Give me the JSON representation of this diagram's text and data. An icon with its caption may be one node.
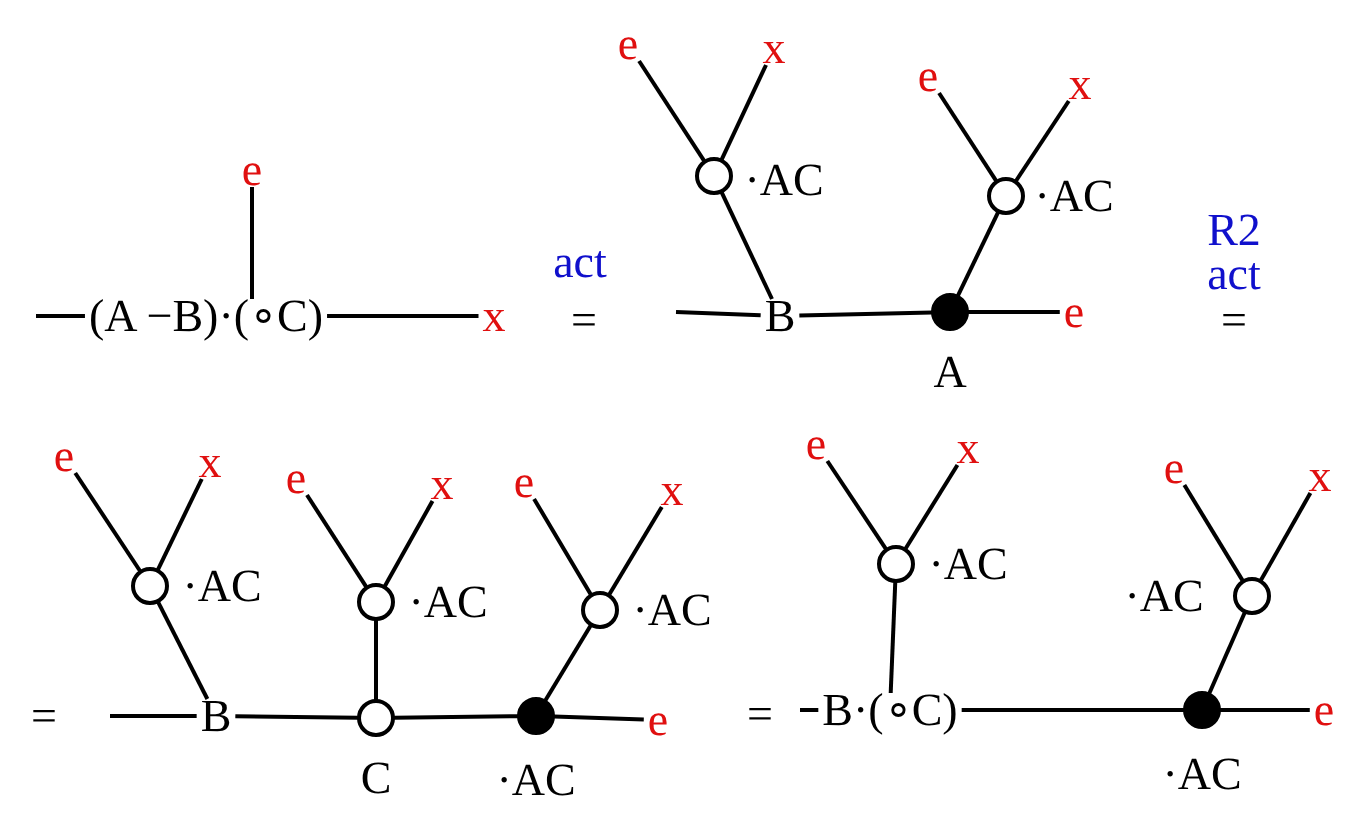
{
  "diagram": {
    "nodes": [
      {
        "text": [
          "(A −B)·(∘C)"
        ]
      },
      {
        "text": [
          "e"
        ]
      },
      {
        "text": [
          "x"
        ]
      },
      {
        "text": [
          "e"
        ]
      },
      {
        "text": [
          "x"
        ]
      },
      {
        "text": [],
        "shape": "circle",
        "beside": [
          "·AC"
        ]
      },
      {
        "text": [
          "B"
        ]
      },
      {
        "text": [],
        "shape": "dot",
        "beside": [
          "A"
        ]
      },
      {
        "text": [
          "e"
        ]
      },
      {
        "text": [
          "e"
        ]
      },
      {
        "text": [
          "x"
        ]
      },
      {
        "text": [],
        "shape": "circle",
        "beside": [
          "·AC"
        ]
      },
      {
        "text": [
          "e"
        ]
      },
      {
        "text": [
          "x"
        ]
      },
      {
        "text": [],
        "shape": "circle",
        "beside": [
          "·AC"
        ]
      },
      {
        "text": [
          "B"
        ]
      },
      {
        "text": [
          "e"
        ]
      },
      {
        "text": [
          "x"
        ]
      },
      {
        "text": [],
        "shape": "circle",
        "beside": [
          "·AC"
        ]
      },
      {
        "text": [],
        "shape": "circle",
        "beside": [
          "C"
        ]
      },
      {
        "text": [
          "e"
        ]
      },
      {
        "text": [
          "x"
        ]
      },
      {
        "text": [],
        "shape": "circle",
        "beside": [
          "·AC"
        ]
      },
      {
        "text": [],
        "shape": "dot",
        "beside": [
          "·AC"
        ]
      },
      {
        "text": [
          "e"
        ]
      },
      {
        "text": [
          "e"
        ]
      },
      {
        "text": [
          "x"
        ]
      },
      {
        "text": [],
        "shape": "circle",
        "beside": [
          "·AC"
        ]
      },
      {
        "text": [
          "B·(∘C)"
        ]
      },
      {
        "text": [
          "e"
        ]
      },
      {
        "text": [
          "x"
        ]
      },
      {
        "text": [],
        "shape": "circle",
        "beside": [
          "·AC"
        ]
      },
      {
        "text": [],
        "shape": "dot",
        "beside": [
          "·AC"
        ]
      },
      {
        "text": [
          "e"
        ]
      }
    ],
    "edges": [
      {
        "from": null,
        "to": 0,
        "arrow": "none"
      },
      {
        "from": 0,
        "to": 1,
        "arrow": "none"
      },
      {
        "from": 0,
        "to": 2,
        "arrow": "none"
      },
      {
        "from": 5,
        "to": 3,
        "arrow": "none"
      },
      {
        "from": 5,
        "to": 4,
        "arrow": "none"
      },
      {
        "from": 5,
        "to": 6,
        "arrow": "none"
      },
      {
        "from": null,
        "to": 6,
        "arrow": "none"
      },
      {
        "from": 6,
        "to": 7,
        "arrow": "none"
      },
      {
        "from": 7,
        "to": 8,
        "arrow": "none"
      },
      {
        "from": 7,
        "to": 11,
        "arrow": "none"
      },
      {
        "from": 11,
        "to": 9,
        "arrow": "none"
      },
      {
        "from": 11,
        "to": 10,
        "arrow": "none"
      },
      {
        "from": 14,
        "to": 12,
        "arrow": "none"
      },
      {
        "from": 14,
        "to": 13,
        "arrow": "none"
      },
      {
        "from": 14,
        "to": 15,
        "arrow": "none"
      },
      {
        "from": null,
        "to": 15,
        "arrow": "none"
      },
      {
        "from": 15,
        "to": 19,
        "arrow": "none"
      },
      {
        "from": 18,
        "to": 16,
        "arrow": "none"
      },
      {
        "from": 18,
        "to": 17,
        "arrow": "none"
      },
      {
        "from": 18,
        "to": 19,
        "arrow": "none"
      },
      {
        "from": 19,
        "to": 23,
        "arrow": "none"
      },
      {
        "from": 22,
        "to": 20,
        "arrow": "none"
      },
      {
        "from": 22,
        "to": 21,
        "arrow": "none"
      },
      {
        "from": 22,
        "to": 23,
        "arrow": "none"
      },
      {
        "from": 23,
        "to": 24,
        "arrow": "none"
      },
      {
        "from": 27,
        "to": 25,
        "arrow": "none"
      },
      {
        "from": 27,
        "to": 26,
        "arrow": "none"
      },
      {
        "from": 27,
        "to": 28,
        "arrow": "none"
      },
      {
        "from": null,
        "to": 28,
        "arrow": "none"
      },
      {
        "from": 28,
        "to": 32,
        "arrow": "none"
      },
      {
        "from": 31,
        "to": 29,
        "arrow": "none"
      },
      {
        "from": 31,
        "to": 30,
        "arrow": "none"
      },
      {
        "from": 31,
        "to": 32,
        "arrow": "none"
      },
      {
        "from": 32,
        "to": 33,
        "arrow": "none"
      }
    ],
    "labels": [
      "act",
      "=",
      "R2",
      "act",
      "=",
      "=",
      "="
    ]
  }
}
